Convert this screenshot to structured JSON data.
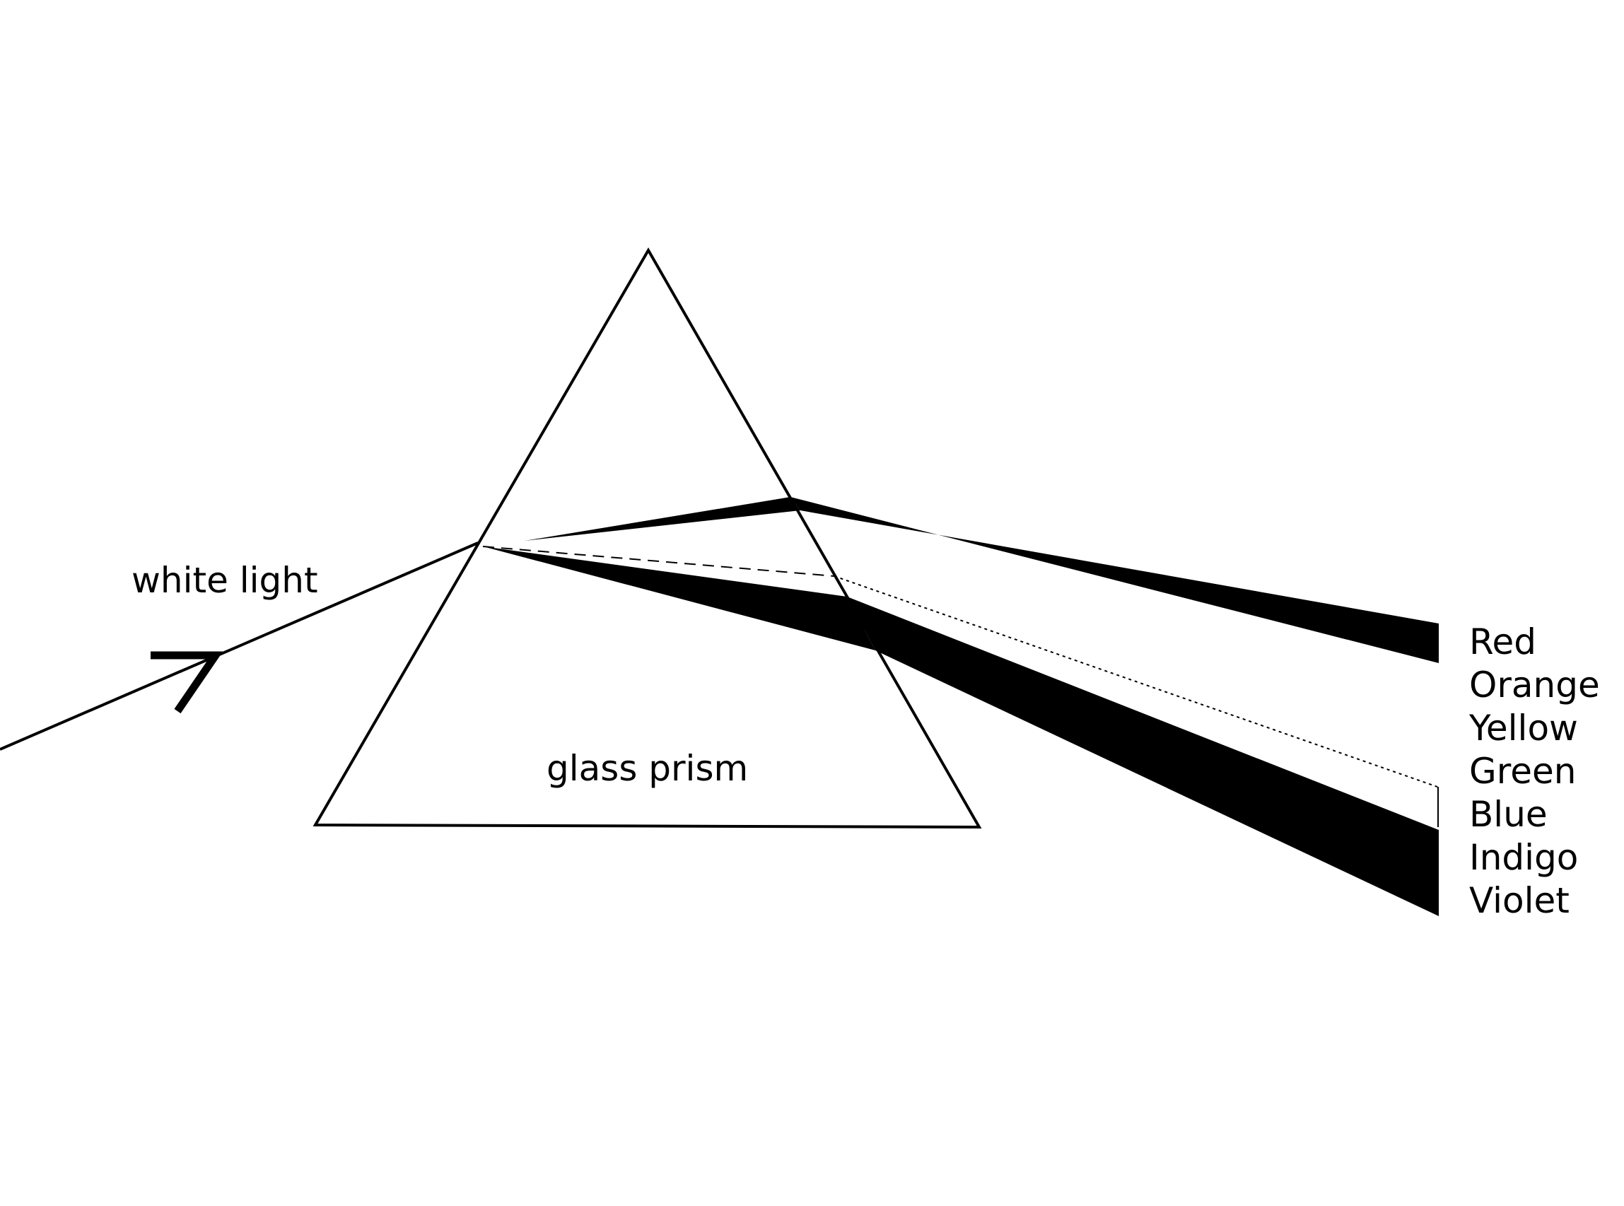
{
  "diagram": {
    "labels": {
      "incoming": "white light",
      "prism": "glass prism"
    },
    "spectrum": [
      "Red",
      "Orange",
      "Yellow",
      "Green",
      "Blue",
      "Indigo",
      "Violet"
    ],
    "colors": {
      "stroke": "#000000",
      "background": "#ffffff"
    }
  }
}
